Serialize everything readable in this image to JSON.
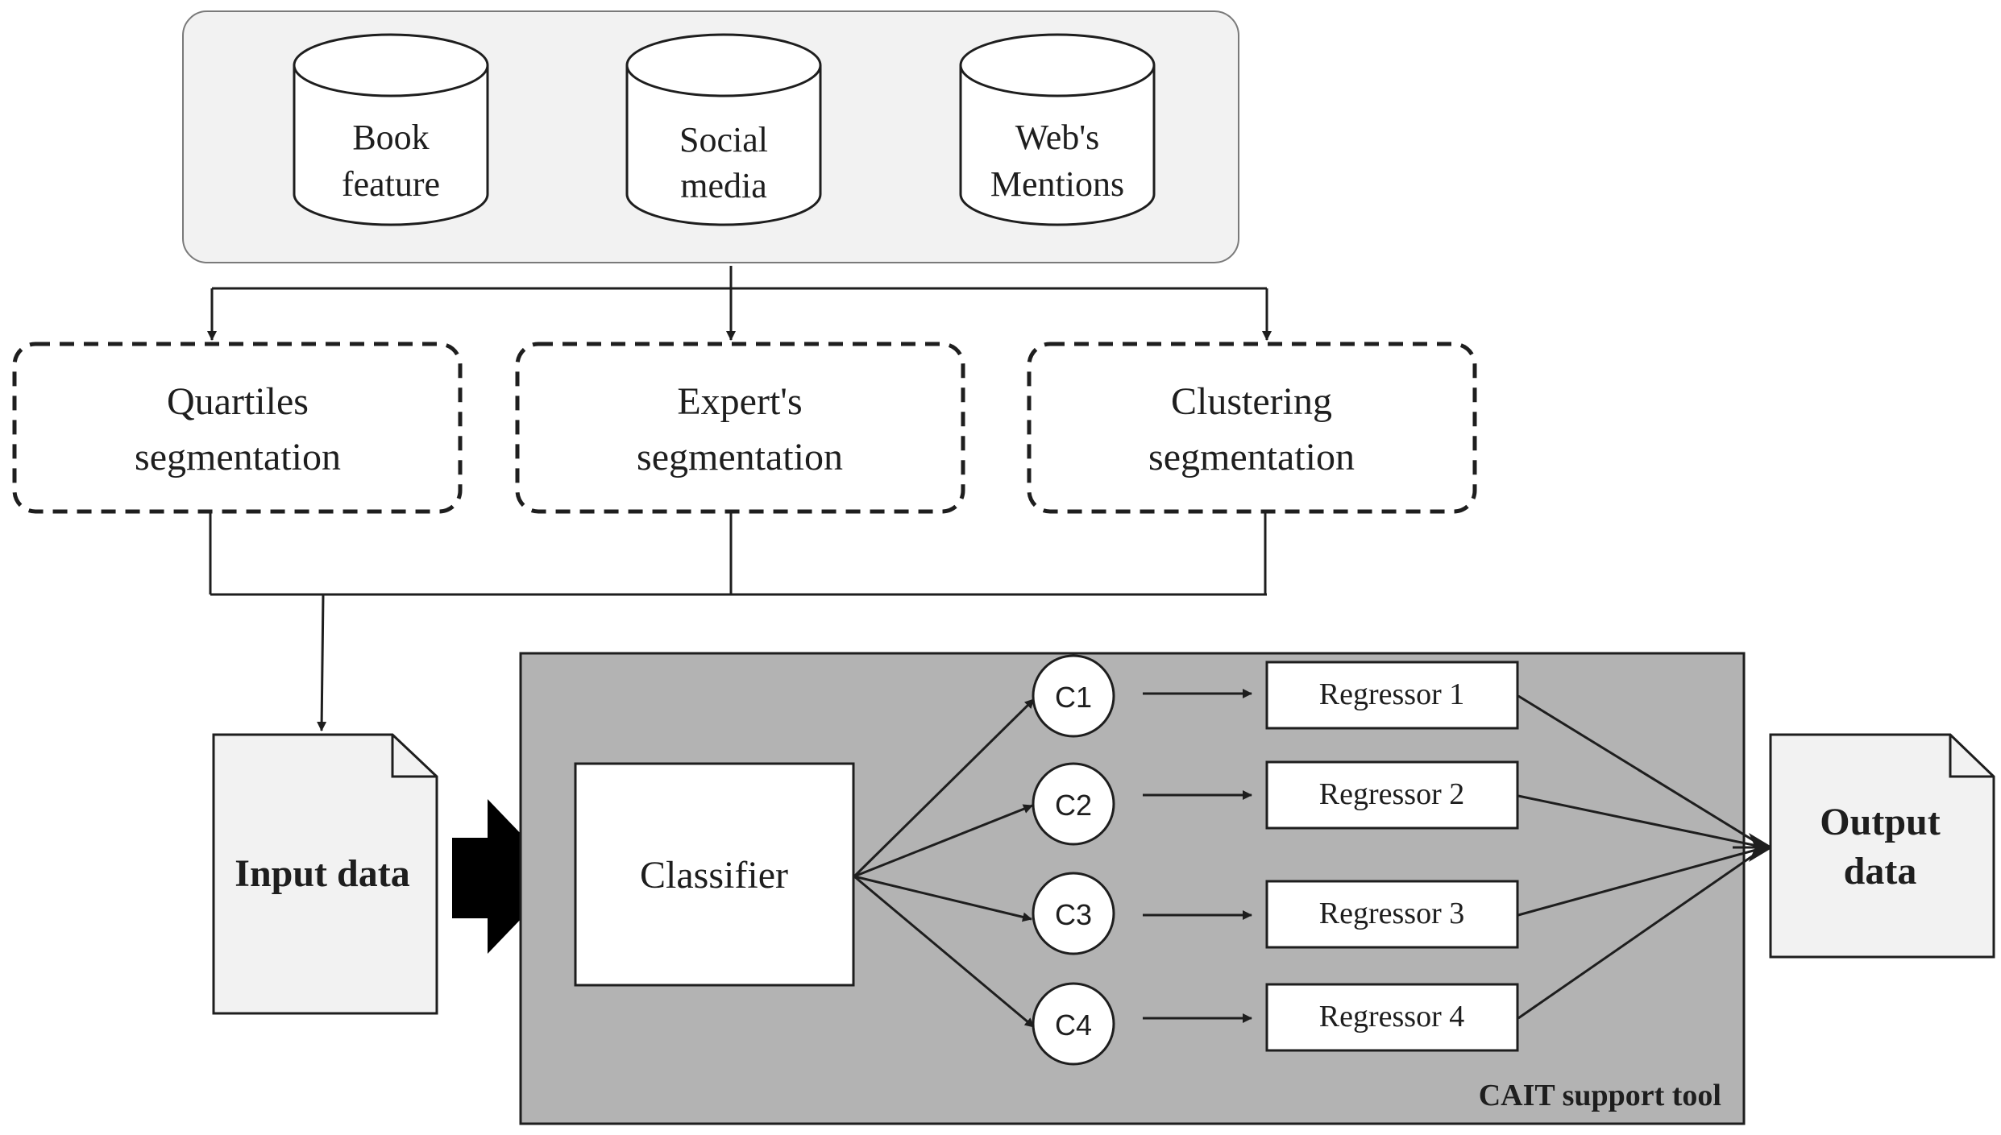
{
  "data_sources": [
    {
      "line1": "Book",
      "line2": "feature"
    },
    {
      "line1": "Social",
      "line2": "media"
    },
    {
      "line1": "Web's",
      "line2": "Mentions"
    }
  ],
  "segmentations": [
    {
      "line1": "Quartiles",
      "line2": "segmentation"
    },
    {
      "line1": "Expert's",
      "line2": "segmentation"
    },
    {
      "line1": "Clustering",
      "line2": "segmentation"
    }
  ],
  "input_doc": {
    "label": "Input data"
  },
  "classifier": {
    "label": "Classifier"
  },
  "clusters": [
    "C1",
    "C2",
    "C3",
    "C4"
  ],
  "regressors": [
    "Regressor 1",
    "Regressor 2",
    "Regressor 3",
    "Regressor 4"
  ],
  "output_doc": {
    "line1": "Output",
    "line2": "data"
  },
  "tool_label": "CAIT support tool",
  "colors": {
    "stroke": "#1e1e1e",
    "group_fill": "#f2f2f2",
    "tool_fill": "#b3b3b3",
    "doc_fill": "#f2f2f2",
    "box_fill": "#ffffff"
  }
}
